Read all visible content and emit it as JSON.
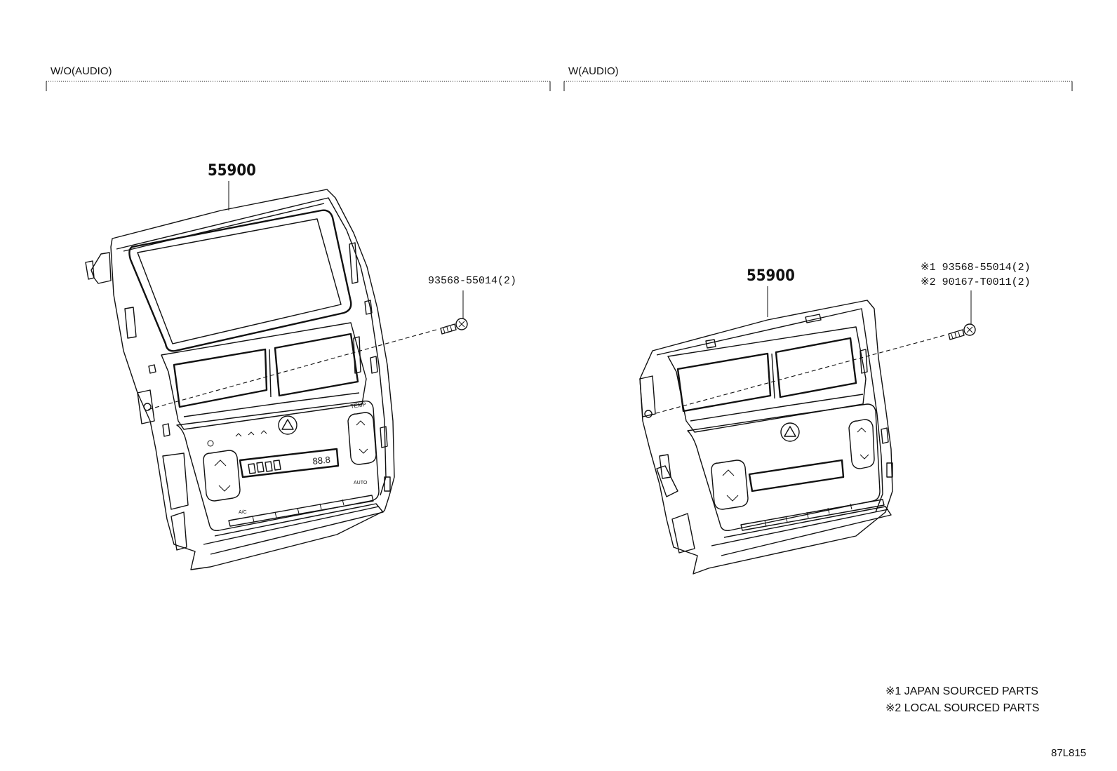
{
  "sections": {
    "left": {
      "title": "W/O(AUDIO)"
    },
    "right": {
      "title": "W(AUDIO)"
    }
  },
  "left_panel": {
    "part_number": "55900",
    "screw_callout": "93568-55014(2)",
    "display_readout": "88.8",
    "temp_label": "TEMP",
    "auto_label": "AUTO",
    "ac_label": "A/C",
    "icon": "hazard-icon"
  },
  "right_panel": {
    "part_number": "55900",
    "screw_callout_1": "※1 93568-55014(2)",
    "screw_callout_2": "※2 90167-T0011(2)",
    "icon": "hazard-icon"
  },
  "notes": {
    "note_1": "※1 JAPAN SOURCED PARTS",
    "note_2": "※2 LOCAL SOURCED PARTS"
  },
  "figure_code": "87L815"
}
